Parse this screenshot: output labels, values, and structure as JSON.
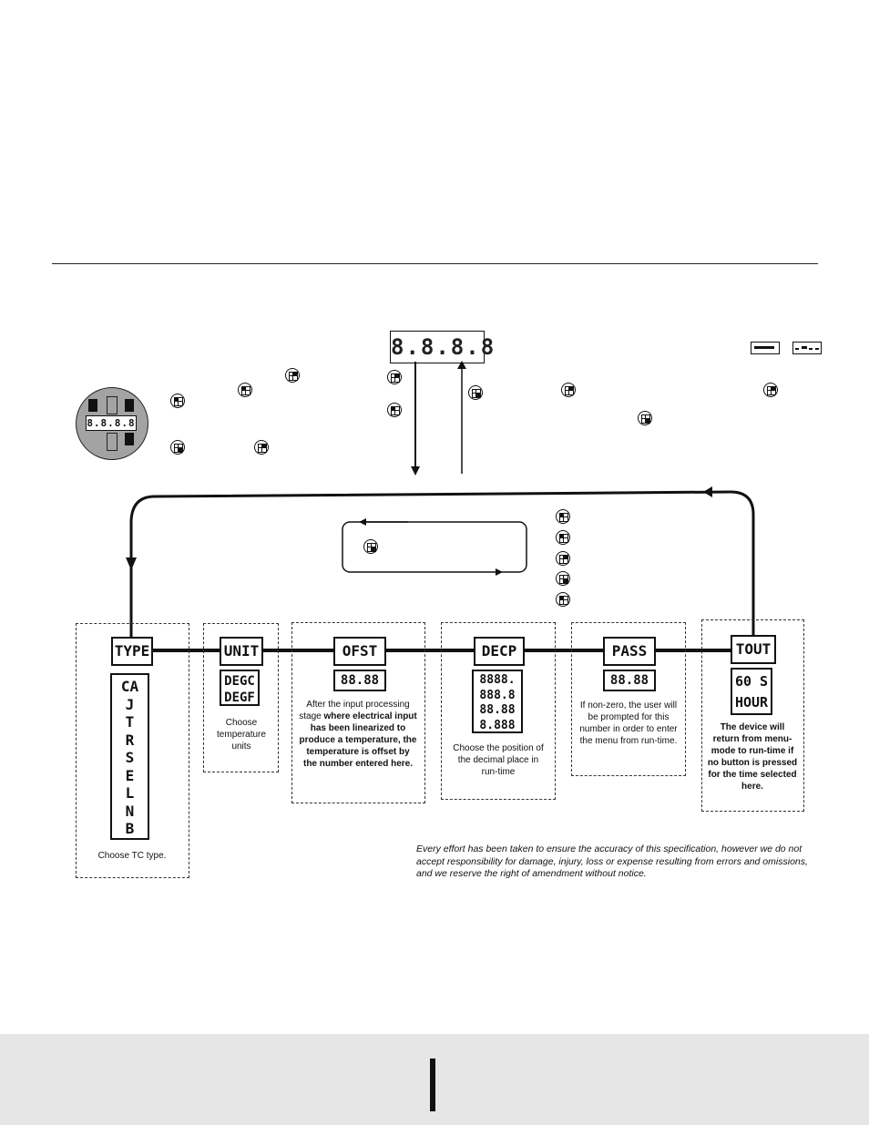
{
  "display": {
    "digits": "8.8.8.8",
    "panel_digits": "8.8.8.8"
  },
  "states": [
    {
      "id": "type",
      "label": "TYPE",
      "values": [
        "CA",
        "J",
        "T",
        "R",
        "S",
        "E",
        "L",
        "N",
        "B"
      ],
      "desc": "Choose TC type."
    },
    {
      "id": "unit",
      "label": "UNIT",
      "values": [
        "DEGC",
        "DEGF"
      ],
      "desc": "Choose temperature units"
    },
    {
      "id": "ofst",
      "label": "OFST",
      "values": [
        "88.88"
      ],
      "desc_pre": "After the input processing stage ",
      "desc_bold": "where electrical input has been linearized to produce a temperature, the temperature is offset by the number entered here.",
      "desc": ""
    },
    {
      "id": "decp",
      "label": "DECP",
      "values": [
        "8888.",
        "888.8",
        "88.88",
        "8.888"
      ],
      "desc": "Choose the position of the decimal place in run-time"
    },
    {
      "id": "pass",
      "label": "PASS",
      "values": [
        "88.88"
      ],
      "desc": "If non-zero, the user will be prompted for this number in order to enter the menu from run-time."
    },
    {
      "id": "tout",
      "label": "TOUT",
      "values": [
        "60 S",
        "HOUR"
      ],
      "desc": "The device will return from menu-mode to run-time if no button is pressed for the time selected here."
    }
  ],
  "disclaimer": "Every effort has been taken to ensure the accuracy of this specification, however we do not accept responsibility for damage, injury, loss or expense resulting from errors and omissions, and we reserve the right of amendment without notice.",
  "colors": {
    "panel_grey": "#a3a3a4",
    "footer_grey": "#e6e6e7",
    "ink": "#111111"
  }
}
